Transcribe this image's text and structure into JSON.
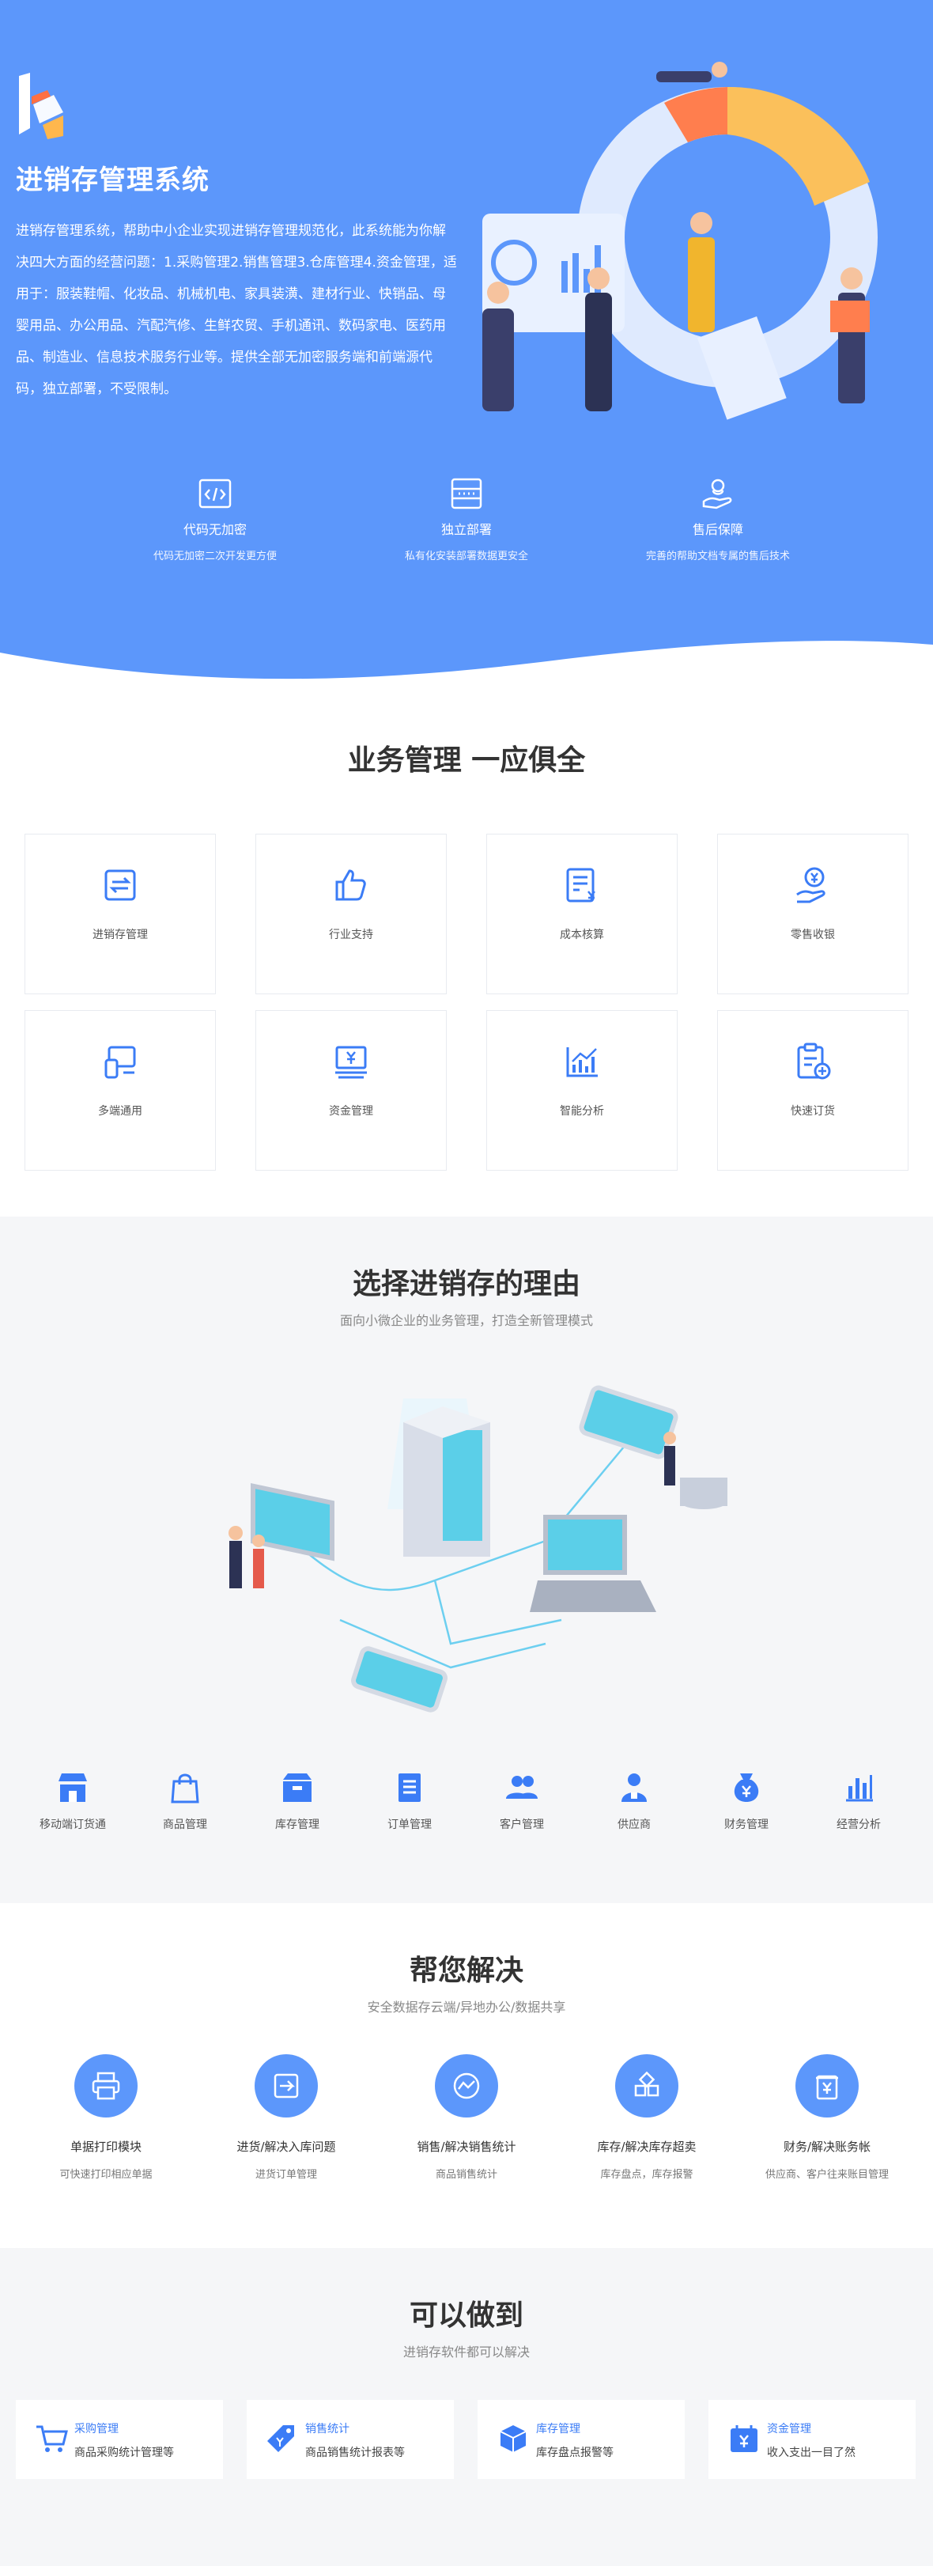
{
  "hero": {
    "title": "进销存管理系统",
    "description": "进销存管理系统，帮助中小企业实现进销存管理规范化，此系统能为你解决四大方面的经营问题：1.采购管理2.销售管理3.仓库管理4.资金管理，适用于：服装鞋帽、化妆品、机械机电、家具装潢、建材行业、快销品、母婴用品、办公用品、汽配汽修、生鲜农贸、手机通讯、数码家电、医药用品、制造业、信息技术服务行业等。提供全部无加密服务端和前端源代码，独立部署，不受限制。",
    "features": [
      {
        "icon": "code-icon",
        "title": "代码无加密",
        "sub": "代码无加密二次开发更方便"
      },
      {
        "icon": "server-icon",
        "title": "独立部署",
        "sub": "私有化安装部署数据更安全"
      },
      {
        "icon": "support-hand-icon",
        "title": "售后保障",
        "sub": "完善的帮助文档专属的售后技术"
      }
    ]
  },
  "business": {
    "title": "业务管理 一应俱全",
    "items": [
      {
        "icon": "exchange-icon",
        "label": "进销存管理"
      },
      {
        "icon": "thumbs-up-icon",
        "label": "行业支持"
      },
      {
        "icon": "invoice-icon",
        "label": "成本核算"
      },
      {
        "icon": "hand-coin-icon",
        "label": "零售收银"
      },
      {
        "icon": "devices-icon",
        "label": "多端通用"
      },
      {
        "icon": "money-icon",
        "label": "资金管理"
      },
      {
        "icon": "chart-icon",
        "label": "智能分析"
      },
      {
        "icon": "clipboard-add-icon",
        "label": "快速订货"
      }
    ]
  },
  "reasons": {
    "title": "选择进销存的理由",
    "subtitle": "面向小微企业的业务管理，打造全新管理模式",
    "items": [
      {
        "icon": "store-icon",
        "label": "移动端订货通"
      },
      {
        "icon": "bag-icon",
        "label": "商品管理"
      },
      {
        "icon": "box-icon",
        "label": "库存管理"
      },
      {
        "icon": "list-icon",
        "label": "订单管理"
      },
      {
        "icon": "users-icon",
        "label": "客户管理"
      },
      {
        "icon": "supplier-icon",
        "label": "供应商"
      },
      {
        "icon": "money-bag-icon",
        "label": "财务管理"
      },
      {
        "icon": "bar-chart-icon",
        "label": "经营分析"
      }
    ]
  },
  "help": {
    "title": "帮您解决",
    "subtitle": "安全数据存云端/异地办公/数据共享",
    "items": [
      {
        "icon": "printer-icon",
        "title": "单据打印模块",
        "sub": "可快速打印相应单据"
      },
      {
        "icon": "in-out-icon",
        "title": "进货/解决入库问题",
        "sub": "进货订单管理"
      },
      {
        "icon": "trend-icon",
        "title": "销售/解决销售统计",
        "sub": "商品销售统计"
      },
      {
        "icon": "grid-icon",
        "title": "库存/解决库存超卖",
        "sub": "库存盘点，库存报警"
      },
      {
        "icon": "yen-icon",
        "title": "财务/解决账务帐",
        "sub": "供应商、客户往来账目管理"
      }
    ]
  },
  "cando": {
    "title": "可以做到",
    "subtitle": "进销存软件都可以解决",
    "items": [
      {
        "icon": "cart-icon",
        "title": "采购管理",
        "sub": "商品采购统计管理等"
      },
      {
        "icon": "tag-icon",
        "title": "销售统计",
        "sub": "商品销售统计报表等"
      },
      {
        "icon": "cube-icon",
        "title": "库存管理",
        "sub": "库存盘点报警等"
      },
      {
        "icon": "calendar-yen-icon",
        "title": "资金管理",
        "sub": "收入支出一目了然"
      }
    ]
  },
  "colors": {
    "primary": "#5c97fb",
    "accent": "#3b7cf6"
  }
}
